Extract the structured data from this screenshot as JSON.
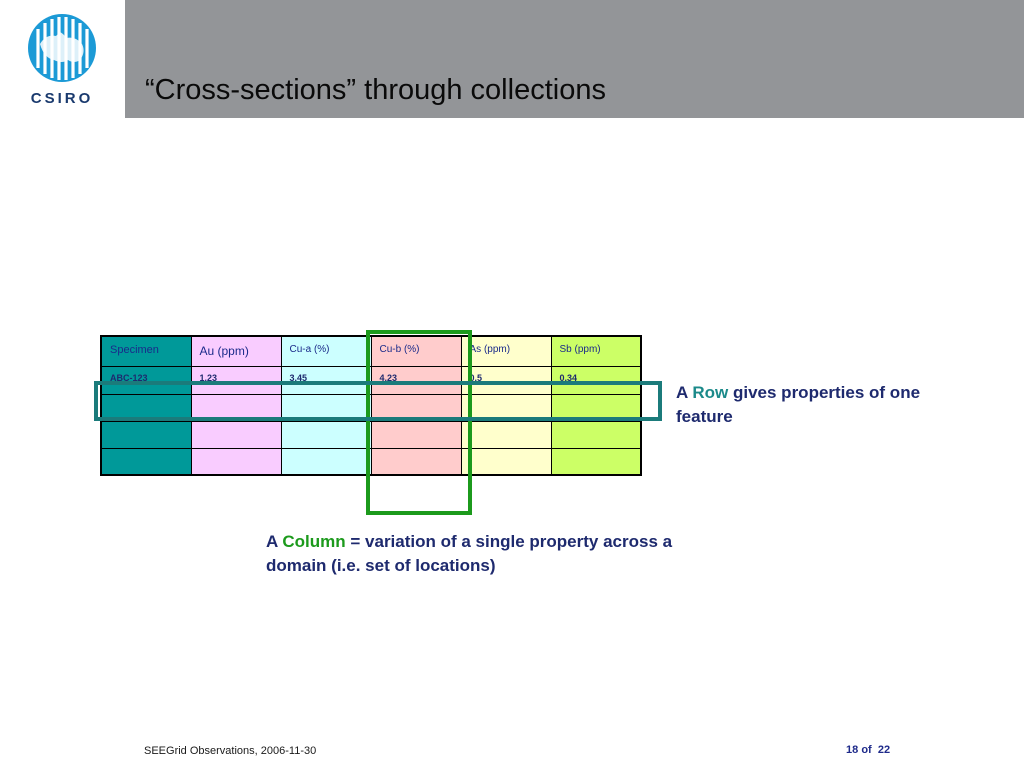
{
  "logo": {
    "text": "CSIRO"
  },
  "title": "“Cross-sections” through collections",
  "table": {
    "headers": [
      "Specimen",
      "Au (ppm)",
      "Cu-a (%)",
      "Cu-b (%)",
      "As (ppm)",
      "Sb (ppm)"
    ],
    "rows": [
      [
        "ABC-123",
        "1.23",
        "3.45",
        "4.23",
        "0.5",
        "0.34"
      ],
      [
        "",
        "",
        "",
        "",
        "",
        ""
      ],
      [
        "",
        "",
        "",
        "",
        "",
        ""
      ],
      [
        "",
        "",
        "",
        "",
        "",
        ""
      ]
    ],
    "column_colors": [
      "#009999",
      "#f9ccff",
      "#ccffff",
      "#ffcccc",
      "#ffffcc",
      "#ccff66"
    ],
    "row_highlight_color": "#1b7b7b",
    "column_highlight_color": "#1c9a1c"
  },
  "row_caption": {
    "prefix": "A ",
    "keyword": "Row",
    "rest": " gives properties of one feature"
  },
  "column_caption": {
    "prefix": "A ",
    "keyword": "Column",
    "rest": " = variation of a single property across a domain (i.e. set of locations)"
  },
  "footer": {
    "left": "SEEGrid Observations, 2006-11-30",
    "slide_number": "18",
    "of_label": "of",
    "slide_total": "22"
  },
  "colors": {
    "header_bar": "#939598",
    "text_navy": "#1e2a6e"
  }
}
